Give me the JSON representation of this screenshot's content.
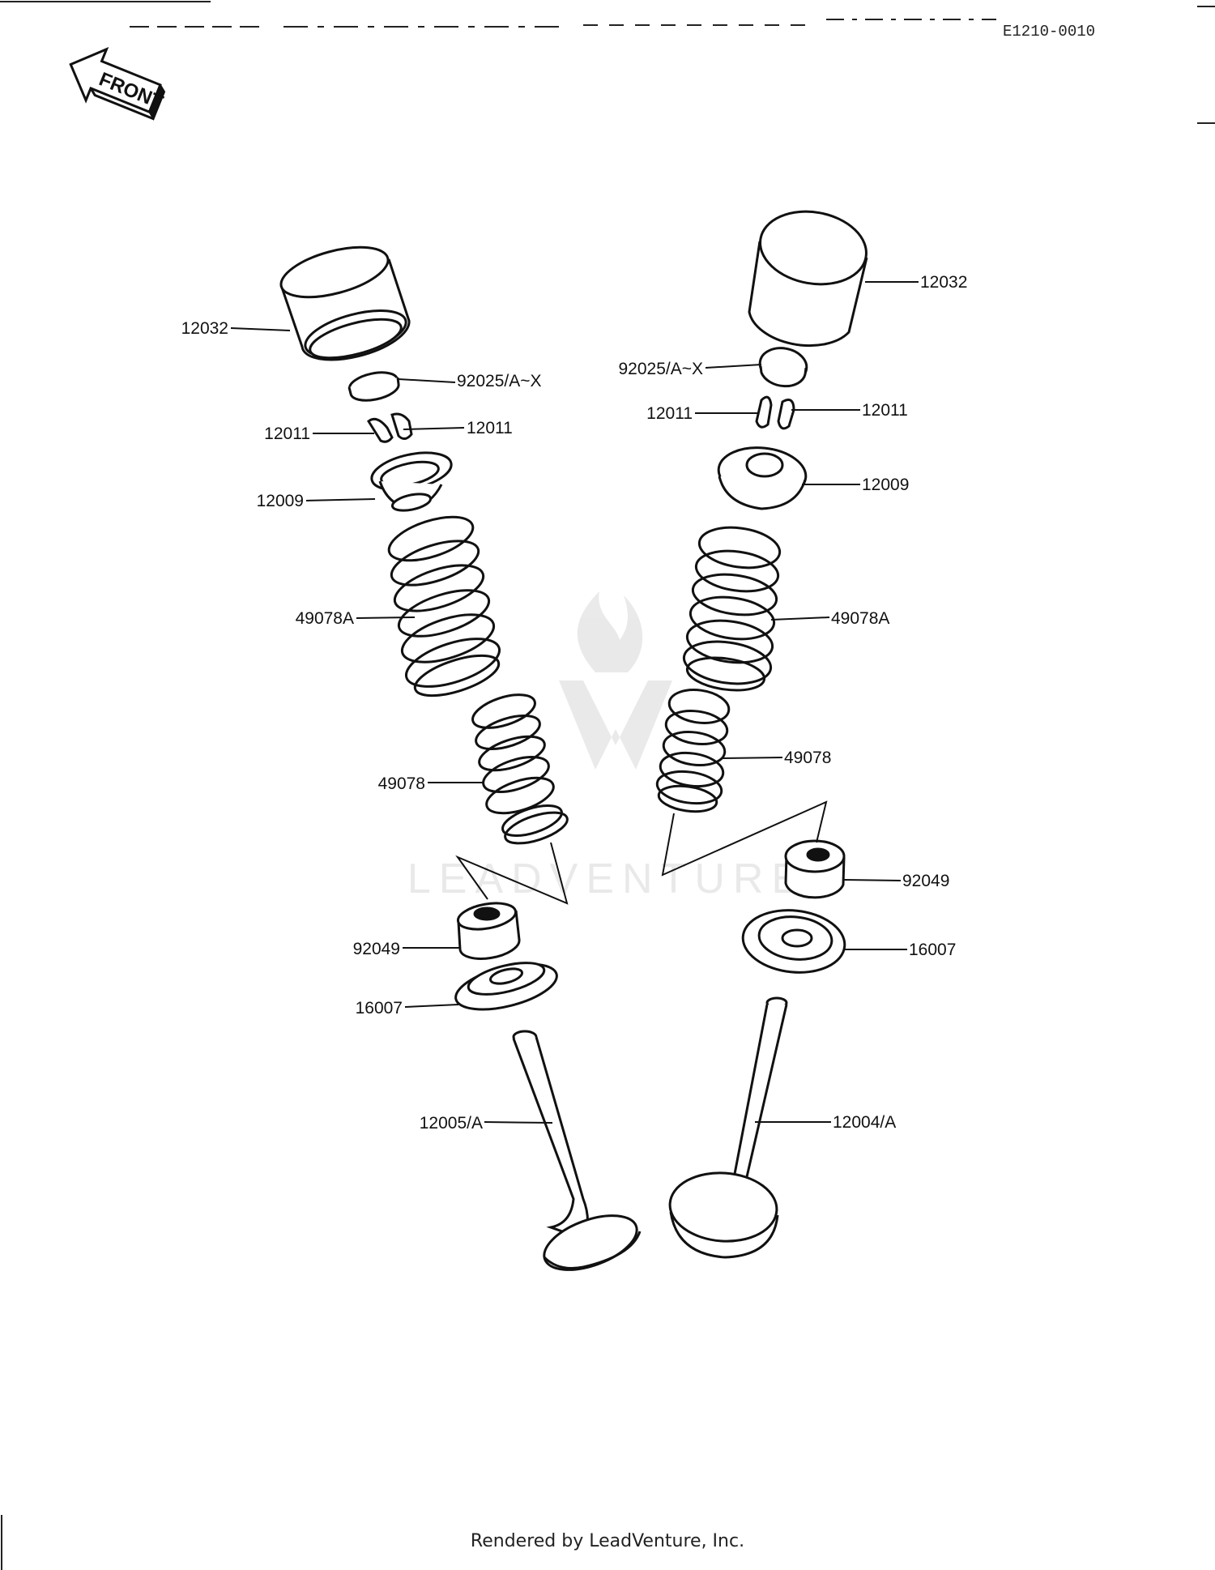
{
  "diagram_code": "E1210-0010",
  "front_label": "FRONT",
  "watermark": "LEADVENTURE",
  "footer": "Rendered by LeadVenture, Inc.",
  "callouts": {
    "left_tappet": "12032",
    "left_shim": "92025/A~X",
    "left_keeper_a": "12011",
    "left_keeper_b": "12011",
    "left_retainer": "12009",
    "left_outer_spring": "49078A",
    "left_inner_spring": "49078",
    "left_seal": "92049",
    "left_seat": "16007",
    "left_valve": "12005/A",
    "right_tappet": "12032",
    "right_shim": "92025/A~X",
    "right_keeper_a": "12011",
    "right_keeper_b": "12011",
    "right_retainer": "12009",
    "right_outer_spring": "49078A",
    "right_inner_spring": "49078",
    "right_seal": "92049",
    "right_seat": "16007",
    "right_valve": "12004/A"
  }
}
